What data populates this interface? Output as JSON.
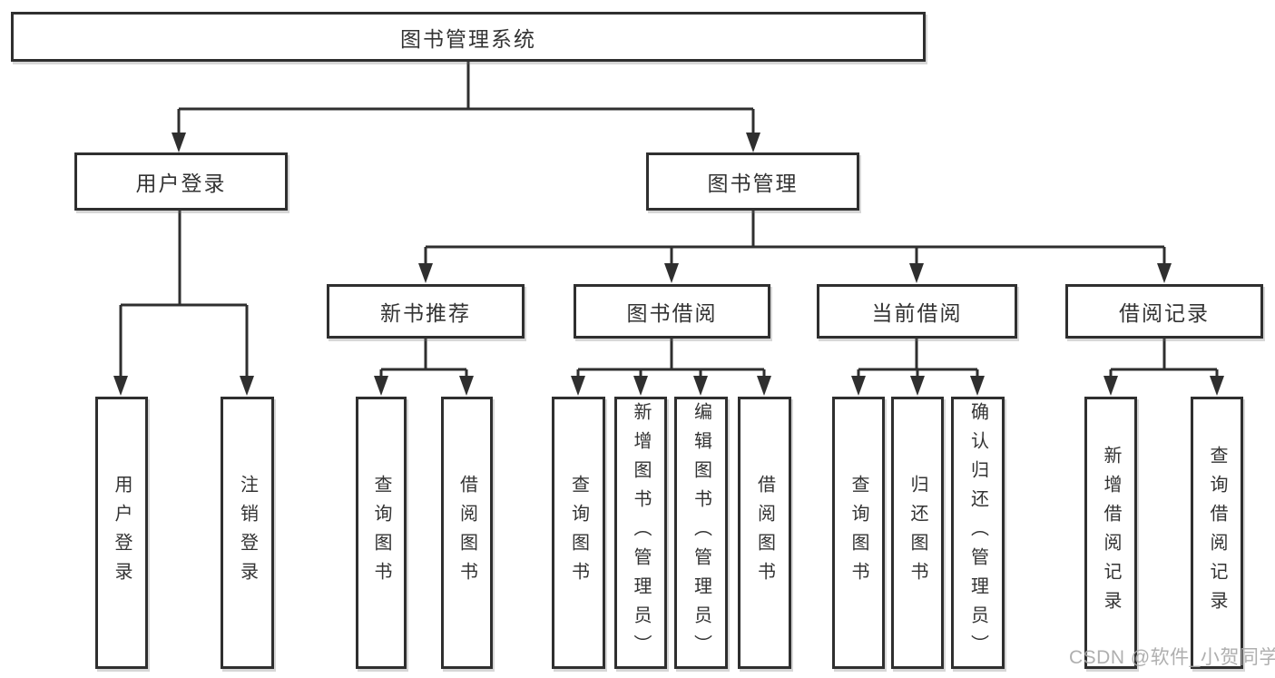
{
  "nodes": {
    "root": "图书管理系统",
    "user_login": "用户登录",
    "book_mgmt": "图书管理",
    "new_book_rec": "新书推荐",
    "book_borrow": "图书借阅",
    "current_borrow": "当前借阅",
    "borrow_records": "借阅记录",
    "ul_user_login": "用户登录",
    "ul_logout": "注销登录",
    "nb_query_books": "查询图书",
    "nb_borrow_books": "借阅图书",
    "bb_query_books": "查询图书",
    "bb_add_books": "新增图书（管理员）",
    "bb_edit_books": "编辑图书（管理员）",
    "bb_borrow_books": "借阅图书",
    "cb_query_books": "查询图书",
    "cb_return_books": "归还图书",
    "cb_confirm_return": "确认归还（管理员）",
    "br_add_record": "新增借阅记录",
    "br_query_record": "查询借阅记录"
  },
  "watermark": "CSDN @软件_小贺同学",
  "colors": {
    "line": "#2f2f2f",
    "text": "#333333",
    "watermark": "#a8a8a8",
    "background": "#ffffff"
  }
}
